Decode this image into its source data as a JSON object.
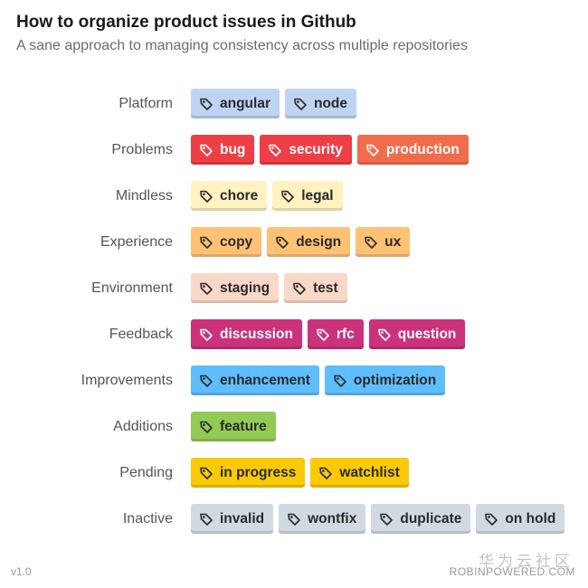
{
  "header": {
    "title": "How to organize product issues in Github",
    "subtitle": "A sane approach to managing consistency across multiple repositories"
  },
  "rows": [
    {
      "category": "Platform",
      "labels": [
        {
          "name": "angular",
          "color": "#bfd4f2",
          "text": "dark"
        },
        {
          "name": "node",
          "color": "#bfd4f2",
          "text": "dark"
        }
      ]
    },
    {
      "category": "Problems",
      "labels": [
        {
          "name": "bug",
          "color": "#ee3f46",
          "text": "light"
        },
        {
          "name": "security",
          "color": "#ee3f46",
          "text": "light"
        },
        {
          "name": "production",
          "color": "#f16c4a",
          "text": "light"
        }
      ]
    },
    {
      "category": "Mindless",
      "labels": [
        {
          "name": "chore",
          "color": "#fef2c0",
          "text": "dark"
        },
        {
          "name": "legal",
          "color": "#fff2c1",
          "text": "dark"
        }
      ]
    },
    {
      "category": "Experience",
      "labels": [
        {
          "name": "copy",
          "color": "#ffc274",
          "text": "dark"
        },
        {
          "name": "design",
          "color": "#ffc274",
          "text": "dark"
        },
        {
          "name": "ux",
          "color": "#ffc274",
          "text": "dark"
        }
      ]
    },
    {
      "category": "Environment",
      "labels": [
        {
          "name": "staging",
          "color": "#fad8c7",
          "text": "dark"
        },
        {
          "name": "test",
          "color": "#fad8c7",
          "text": "dark"
        }
      ]
    },
    {
      "category": "Feedback",
      "labels": [
        {
          "name": "discussion",
          "color": "#cc317c",
          "text": "light"
        },
        {
          "name": "rfc",
          "color": "#cc317c",
          "text": "light"
        },
        {
          "name": "question",
          "color": "#cc317c",
          "text": "light"
        }
      ]
    },
    {
      "category": "Improvements",
      "labels": [
        {
          "name": "enhancement",
          "color": "#5ebeff",
          "text": "dark"
        },
        {
          "name": "optimization",
          "color": "#5ebeff",
          "text": "dark"
        }
      ]
    },
    {
      "category": "Additions",
      "labels": [
        {
          "name": "feature",
          "color": "#91ca55",
          "text": "dark"
        }
      ]
    },
    {
      "category": "Pending",
      "labels": [
        {
          "name": "in progress",
          "color": "#fbca04",
          "text": "dark"
        },
        {
          "name": "watchlist",
          "color": "#fbca04",
          "text": "dark"
        }
      ]
    },
    {
      "category": "Inactive",
      "labels": [
        {
          "name": "invalid",
          "color": "#d1dae1",
          "text": "dark"
        },
        {
          "name": "wontfix",
          "color": "#d1dae1",
          "text": "dark"
        },
        {
          "name": "duplicate",
          "color": "#d1dae1",
          "text": "dark"
        },
        {
          "name": "on hold",
          "color": "#d1dae1",
          "text": "dark"
        }
      ]
    }
  ],
  "footer": {
    "version": "v1.0",
    "credit": "ROBINPOWERED.COM",
    "watermark": "华为云社区"
  },
  "icon": "tag-icon"
}
